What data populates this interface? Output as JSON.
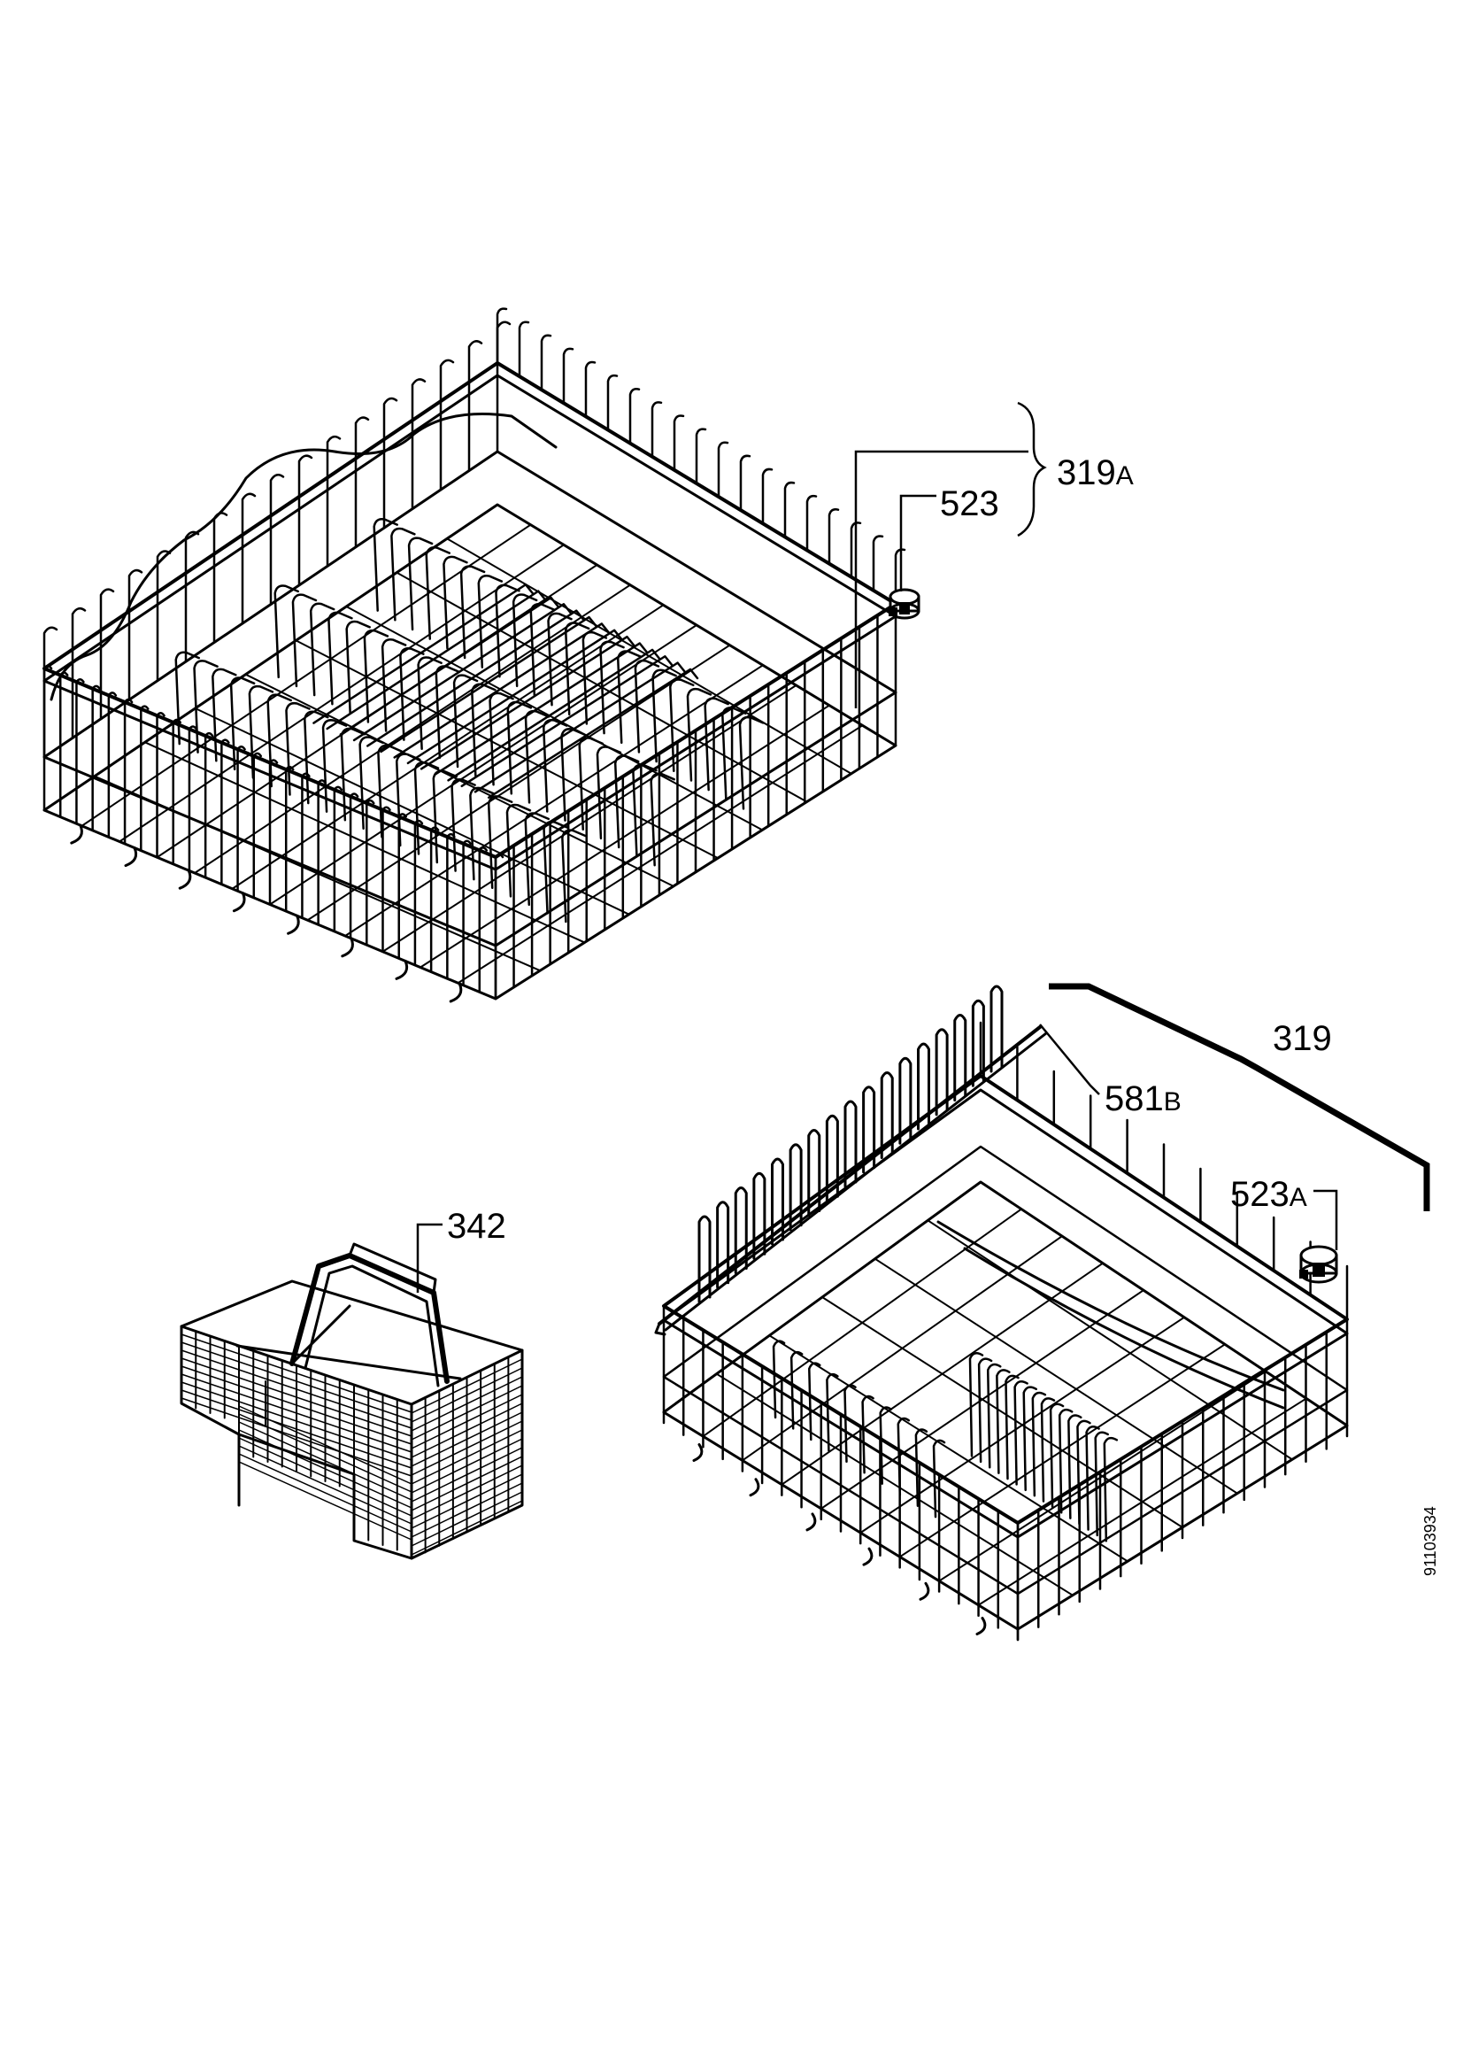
{
  "labels": {
    "upper_basket_assembly": {
      "number": "319",
      "suffix": "A"
    },
    "upper_wheel": {
      "number": "523"
    },
    "lower_basket_assembly": {
      "number": "319"
    },
    "plate_rack": {
      "number": "581",
      "suffix": "B"
    },
    "lower_wheel": {
      "number": "523",
      "suffix": "A"
    },
    "cutlery_basket": {
      "number": "342"
    }
  },
  "drawing_code": "91103934",
  "colors": {
    "line": "#000000",
    "background": "#ffffff"
  }
}
